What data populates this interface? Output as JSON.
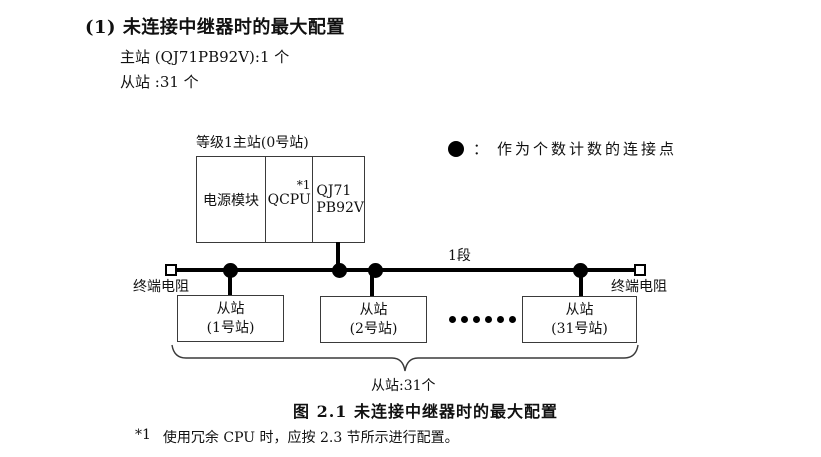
{
  "document": {
    "heading": "(1) 未连接中继器时的最大配置",
    "config_lines": {
      "master": "主站 (QJ71PB92V):1 个",
      "slave": "从站 :31 个"
    },
    "figure_caption": "图 2.1 未连接中继器时的最大配置",
    "footnote": {
      "marker": "*1",
      "text": "使用冗余 CPU 时，应按 2.3 节所示进行配置。"
    }
  },
  "diagram": {
    "master_station": {
      "label": "等级1主站(0号站)",
      "power_module": "电源模块",
      "cpu_module": "QCPU",
      "cpu_note": "*1",
      "network_module_line1": "QJ71",
      "network_module_line2": "PB92V"
    },
    "legend": {
      "separator": "：",
      "text": "作为个数计数的连接点"
    },
    "segment_label": "1段",
    "terminators": {
      "left_label": "终端电阻",
      "right_label": "终端电阻"
    },
    "slaves": [
      {
        "title": "从站",
        "station": "(1号站)"
      },
      {
        "title": "从站",
        "station": "(2号站)"
      },
      {
        "title": "从站",
        "station": "(31号站)"
      }
    ],
    "brace_label": "从站:31个",
    "connection_point_count": 4,
    "ellipsis_dot_count": 6,
    "colors": {
      "line": "#000000",
      "border": "#3a3a3a",
      "text": "#111111",
      "background": "#ffffff"
    }
  }
}
